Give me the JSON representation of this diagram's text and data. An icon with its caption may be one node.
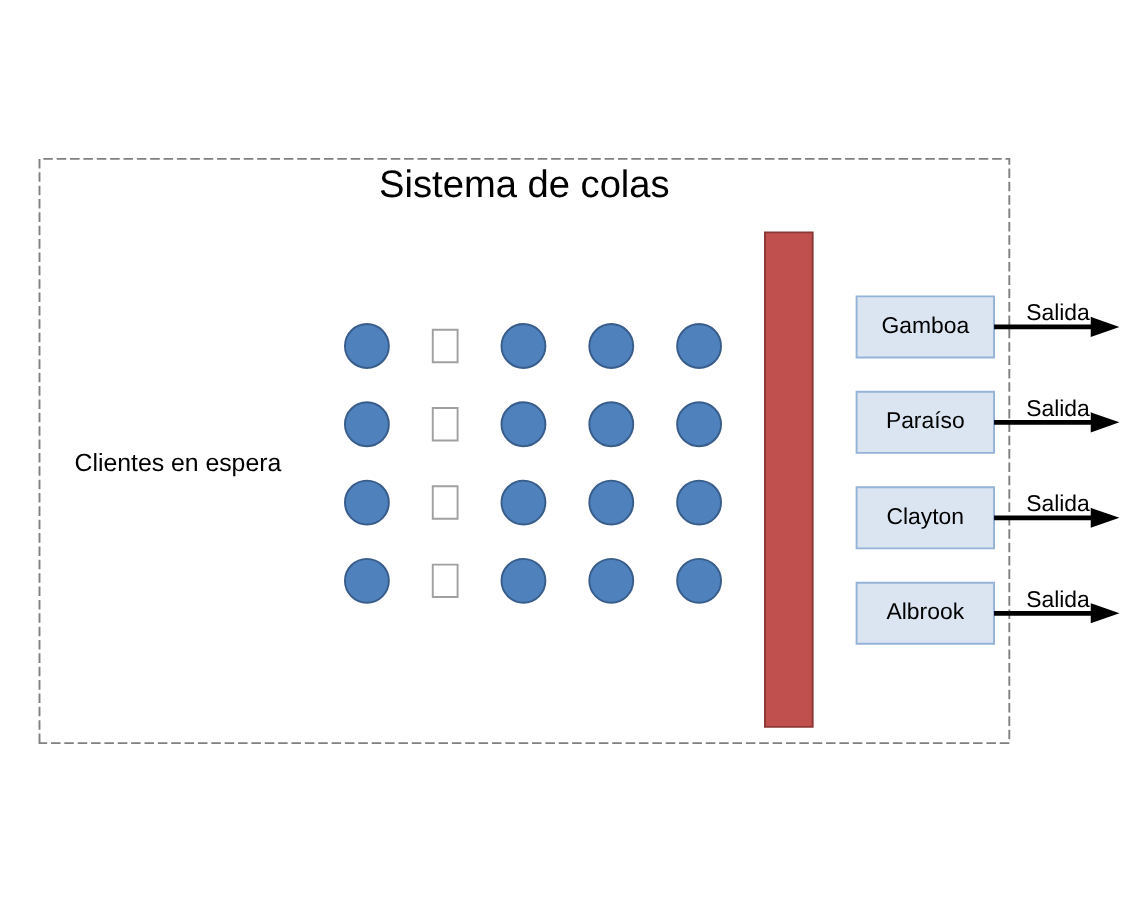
{
  "diagram": {
    "nodes": [
      {
        "text": [
          "Sistema de colas"
        ]
      },
      {
        "text": [],
        "shape": "circle",
        "in": 0
      },
      {
        "text": [],
        "shape": "box",
        "in": 0
      },
      {
        "text": [],
        "shape": "circle",
        "in": 0
      },
      {
        "text": [],
        "shape": "circle",
        "in": 0
      },
      {
        "text": [],
        "shape": "circle",
        "in": 0
      },
      {
        "text": [],
        "shape": "circle",
        "in": 0
      },
      {
        "text": [],
        "shape": "box",
        "in": 0
      },
      {
        "text": [],
        "shape": "circle",
        "in": 0
      },
      {
        "text": [],
        "shape": "circle",
        "in": 0
      },
      {
        "text": [],
        "shape": "circle",
        "in": 0
      },
      {
        "text": [],
        "shape": "circle",
        "in": 0
      },
      {
        "text": [],
        "shape": "box",
        "in": 0
      },
      {
        "text": [],
        "shape": "circle",
        "in": 0
      },
      {
        "text": [],
        "shape": "circle",
        "in": 0
      },
      {
        "text": [],
        "shape": "circle",
        "in": 0
      },
      {
        "text": [],
        "shape": "circle",
        "in": 0
      },
      {
        "text": [],
        "shape": "box",
        "in": 0
      },
      {
        "text": [],
        "shape": "circle",
        "in": 0
      },
      {
        "text": [],
        "shape": "circle",
        "in": 0
      },
      {
        "text": [],
        "shape": "circle",
        "in": 0
      },
      {
        "text": [],
        "shape": "bar",
        "in": 0
      },
      {
        "text": [
          "Gamboa"
        ],
        "in": 0
      },
      {
        "text": [
          "Paraíso"
        ],
        "in": 0
      },
      {
        "text": [
          "Clayton"
        ],
        "in": 0
      },
      {
        "text": [
          "Albrook"
        ],
        "in": 0
      }
    ],
    "edges": [
      {
        "from": 22,
        "to": null,
        "arrow": "to",
        "label": "Salida"
      },
      {
        "from": 23,
        "to": null,
        "arrow": "to",
        "label": "Salida"
      },
      {
        "from": 24,
        "to": null,
        "arrow": "to",
        "label": "Salida"
      },
      {
        "from": 25,
        "to": null,
        "arrow": "to",
        "label": "Salida"
      }
    ],
    "labels": [
      "Clientes en espera"
    ]
  }
}
